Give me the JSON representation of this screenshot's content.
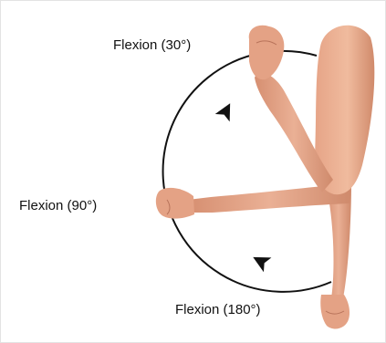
{
  "labels": {
    "top": "Flexion (30°)",
    "middle": "Flexion (90°)",
    "bottom": "Flexion (180°)"
  },
  "colors": {
    "skin": "#e8a98a",
    "skin_shadow": "#c9826a",
    "skin_light": "#f1c0a4",
    "arc": "#111111",
    "text": "#111111"
  },
  "icons": {
    "arc_arrows": "arrowhead-icon",
    "hands": "fist"
  }
}
